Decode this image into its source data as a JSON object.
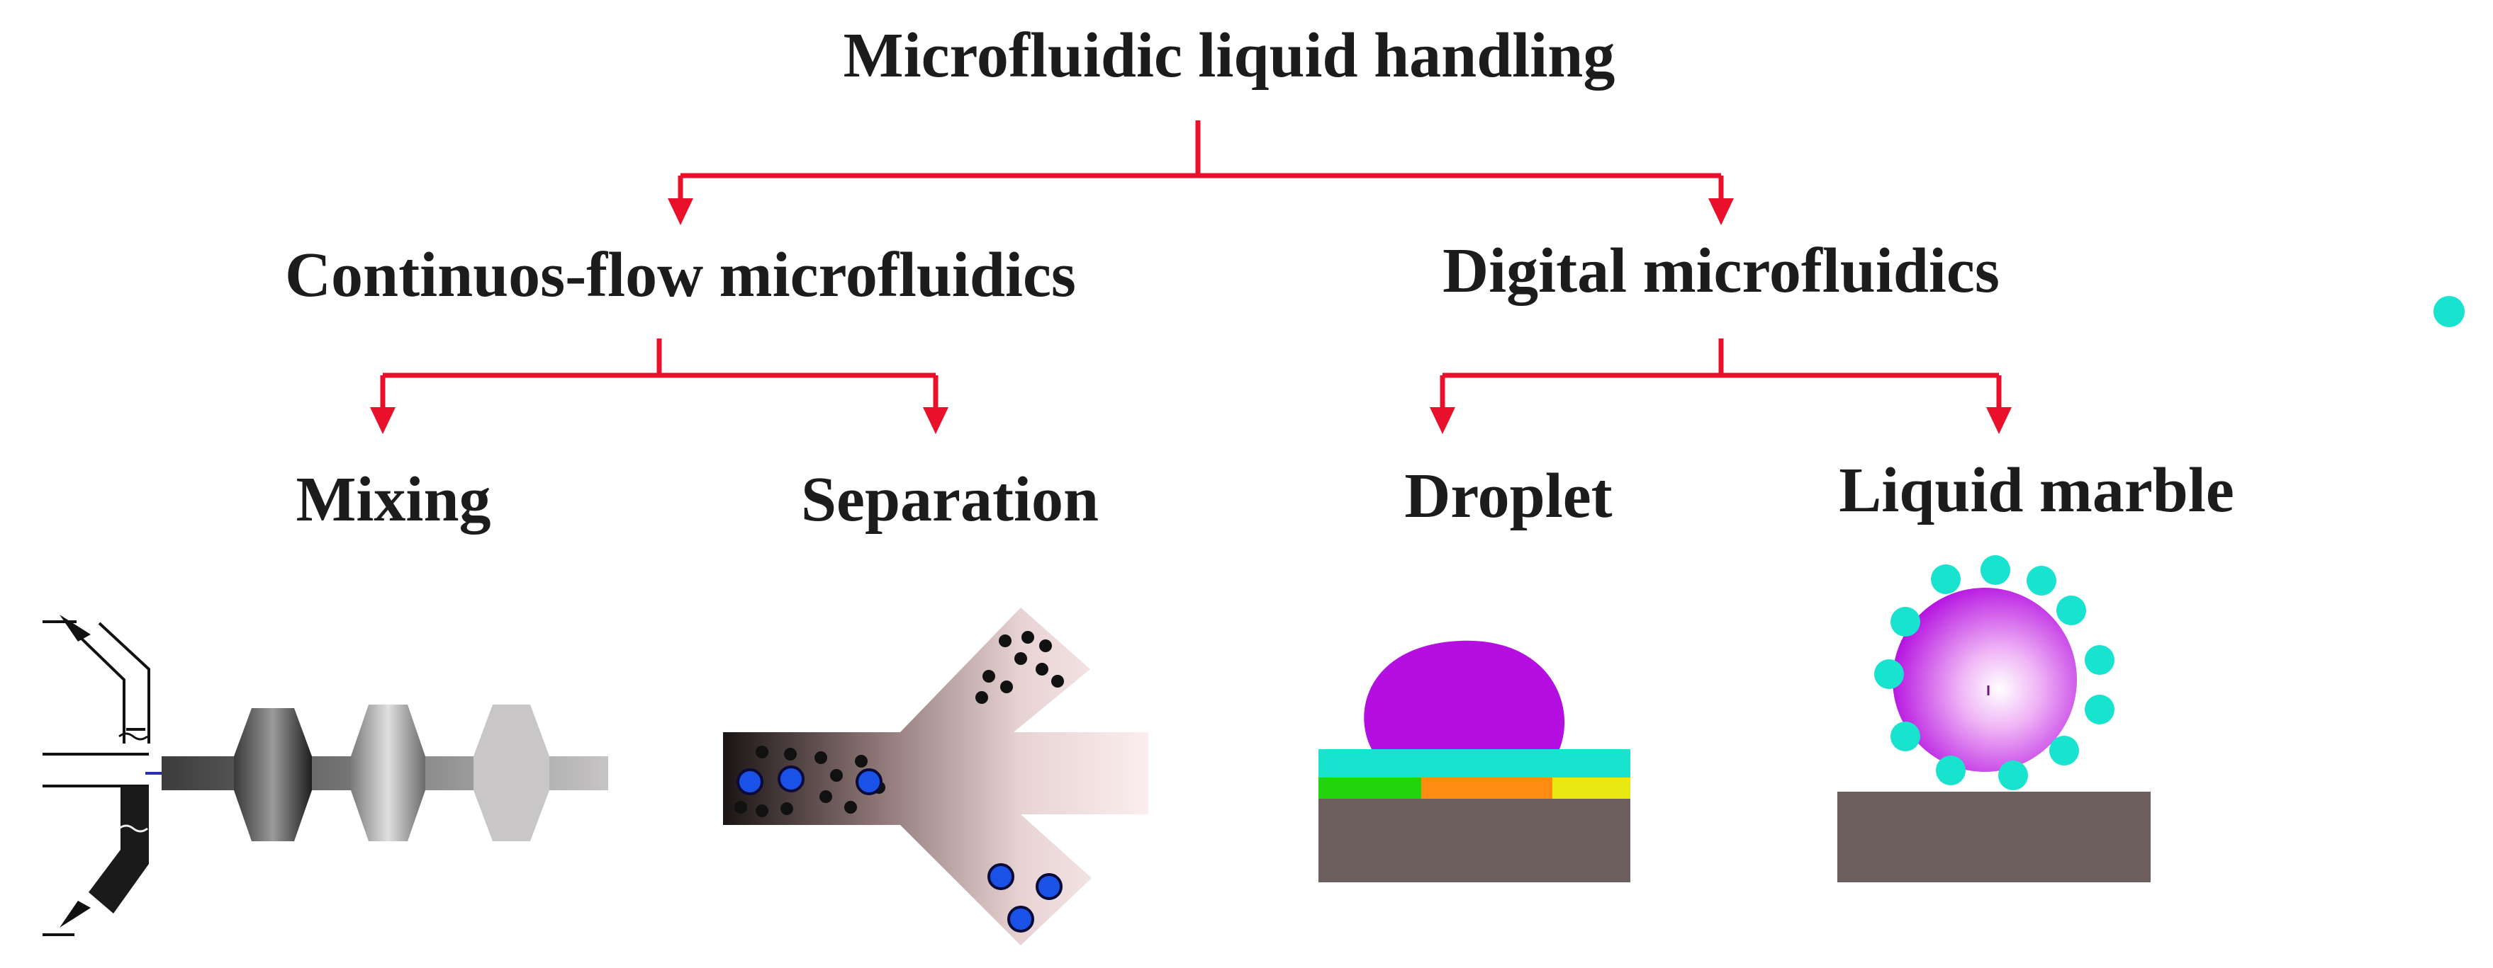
{
  "title": "Microfluidic liquid handling",
  "branches": {
    "continuous": "Continuos-flow microfluidics",
    "digital": "Digital microfluidics"
  },
  "leaves": {
    "mixing": "Mixing",
    "separation": "Separation",
    "droplet": "Droplet",
    "liquid_marble": "Liquid marble"
  },
  "colors": {
    "connector": "#e8102a",
    "text": "#1c1c1c",
    "droplet": "#b40fe0",
    "marble_particles": "#17e3cf",
    "particles_blue": "#1a52e8",
    "substrate": "#6e5f5f",
    "layer_cyan": "#17e3cf",
    "layer_green": "#22d40c",
    "layer_orange": "#ff8c12",
    "layer_yellow": "#e8e812"
  }
}
